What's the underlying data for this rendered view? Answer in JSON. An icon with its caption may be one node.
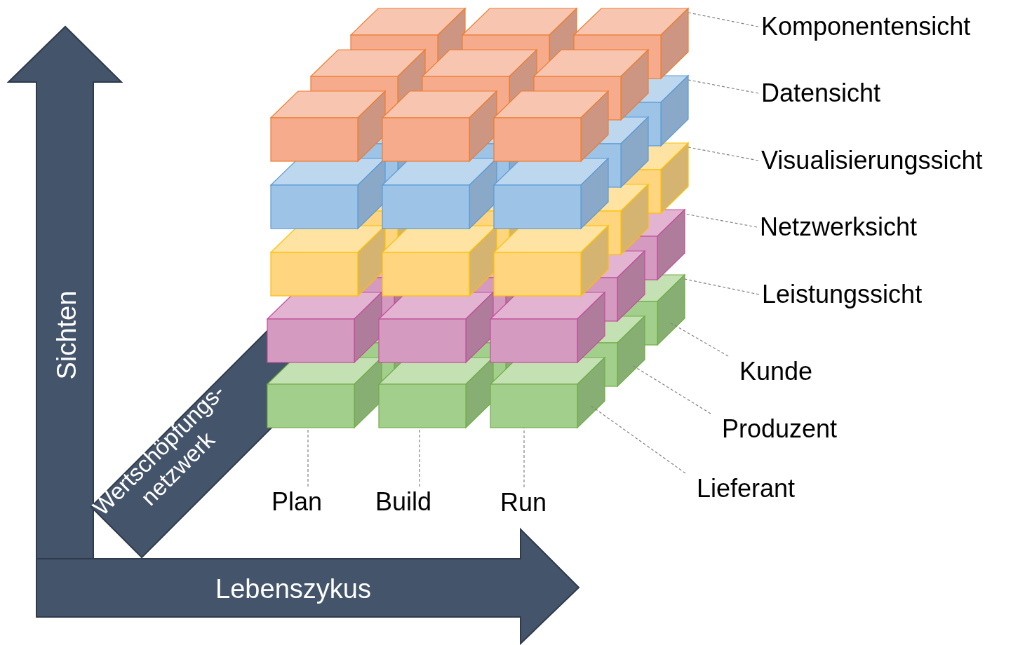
{
  "diagram": {
    "nodes": [
      {
        "text": [
          "Komponentensicht"
        ]
      },
      {
        "text": [
          "Datensicht"
        ]
      },
      {
        "text": [
          "Visualisierungssicht"
        ]
      },
      {
        "text": [
          "Netzwerksicht"
        ]
      },
      {
        "text": [
          "Leistungssicht"
        ]
      },
      {
        "text": [
          "Kunde"
        ]
      },
      {
        "text": [
          "Produzent"
        ]
      },
      {
        "text": [
          "Lieferant"
        ]
      },
      {
        "text": [
          "Plan"
        ]
      },
      {
        "text": [
          "Build"
        ]
      },
      {
        "text": [
          "Run"
        ]
      },
      {
        "text": [
          "Sichten"
        ]
      },
      {
        "text": [
          "Wertschöpfungs- netzwerk"
        ]
      },
      {
        "text": [
          "Lebenszykus"
        ]
      }
    ],
    "edges": [
      {
        "from": 0,
        "to": null,
        "arrow": "none",
        "style": "dashed"
      },
      {
        "from": 1,
        "to": null,
        "arrow": "none",
        "style": "dashed"
      },
      {
        "from": 2,
        "to": null,
        "arrow": "none",
        "style": "dashed"
      },
      {
        "from": 3,
        "to": null,
        "arrow": "none",
        "style": "dashed"
      },
      {
        "from": 4,
        "to": null,
        "arrow": "none",
        "style": "dashed"
      },
      {
        "from": 5,
        "to": null,
        "arrow": "none",
        "style": "dashed"
      },
      {
        "from": 6,
        "to": null,
        "arrow": "none",
        "style": "dashed"
      },
      {
        "from": 7,
        "to": null,
        "arrow": "none",
        "style": "dashed"
      },
      {
        "from": 8,
        "to": null,
        "arrow": "none",
        "style": "dashed"
      },
      {
        "from": 9,
        "to": null,
        "arrow": "none",
        "style": "dashed"
      },
      {
        "from": 10,
        "to": null,
        "arrow": "none",
        "style": "dashed"
      }
    ]
  }
}
